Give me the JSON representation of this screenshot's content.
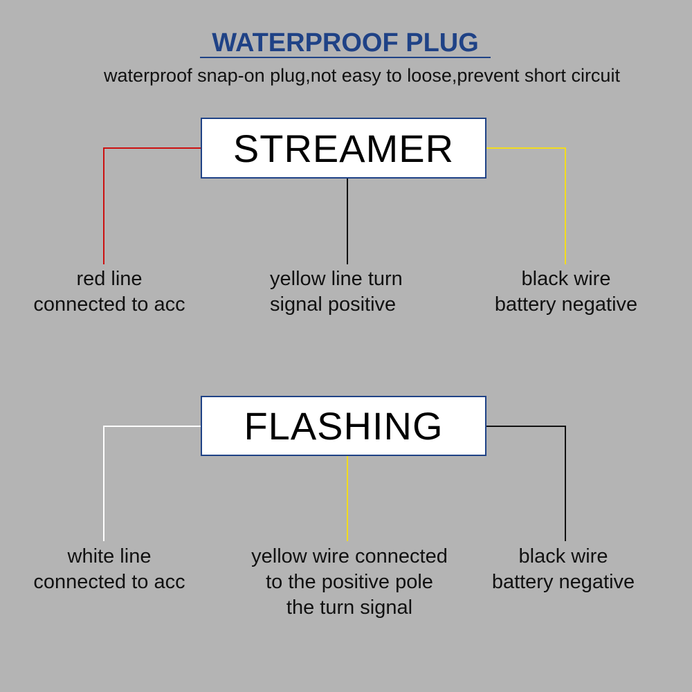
{
  "header": {
    "title": "WATERPROOF PLUG",
    "subtitle": "waterproof snap-on plug,not easy to loose,prevent short circuit"
  },
  "colors": {
    "background": "#b4b4b4",
    "title": "#1f4286",
    "box_border": "#1f4286",
    "wire_red": "#cc1111",
    "wire_yellow": "#f2dc1e",
    "wire_black": "#111111",
    "wire_white": "#ffffff"
  },
  "streamer": {
    "box_label": "STREAMER",
    "left_label": "red line\nconnected to acc",
    "center_label": "yellow line turn\nsignal positive",
    "right_label": "black wire\nbattery negative"
  },
  "flashing": {
    "box_label": "FLASHING",
    "left_label": "white line\nconnected to acc",
    "center_label": "yellow wire connected\nto the positive pole\nthe turn signal",
    "right_label": "black wire\nbattery negative"
  }
}
